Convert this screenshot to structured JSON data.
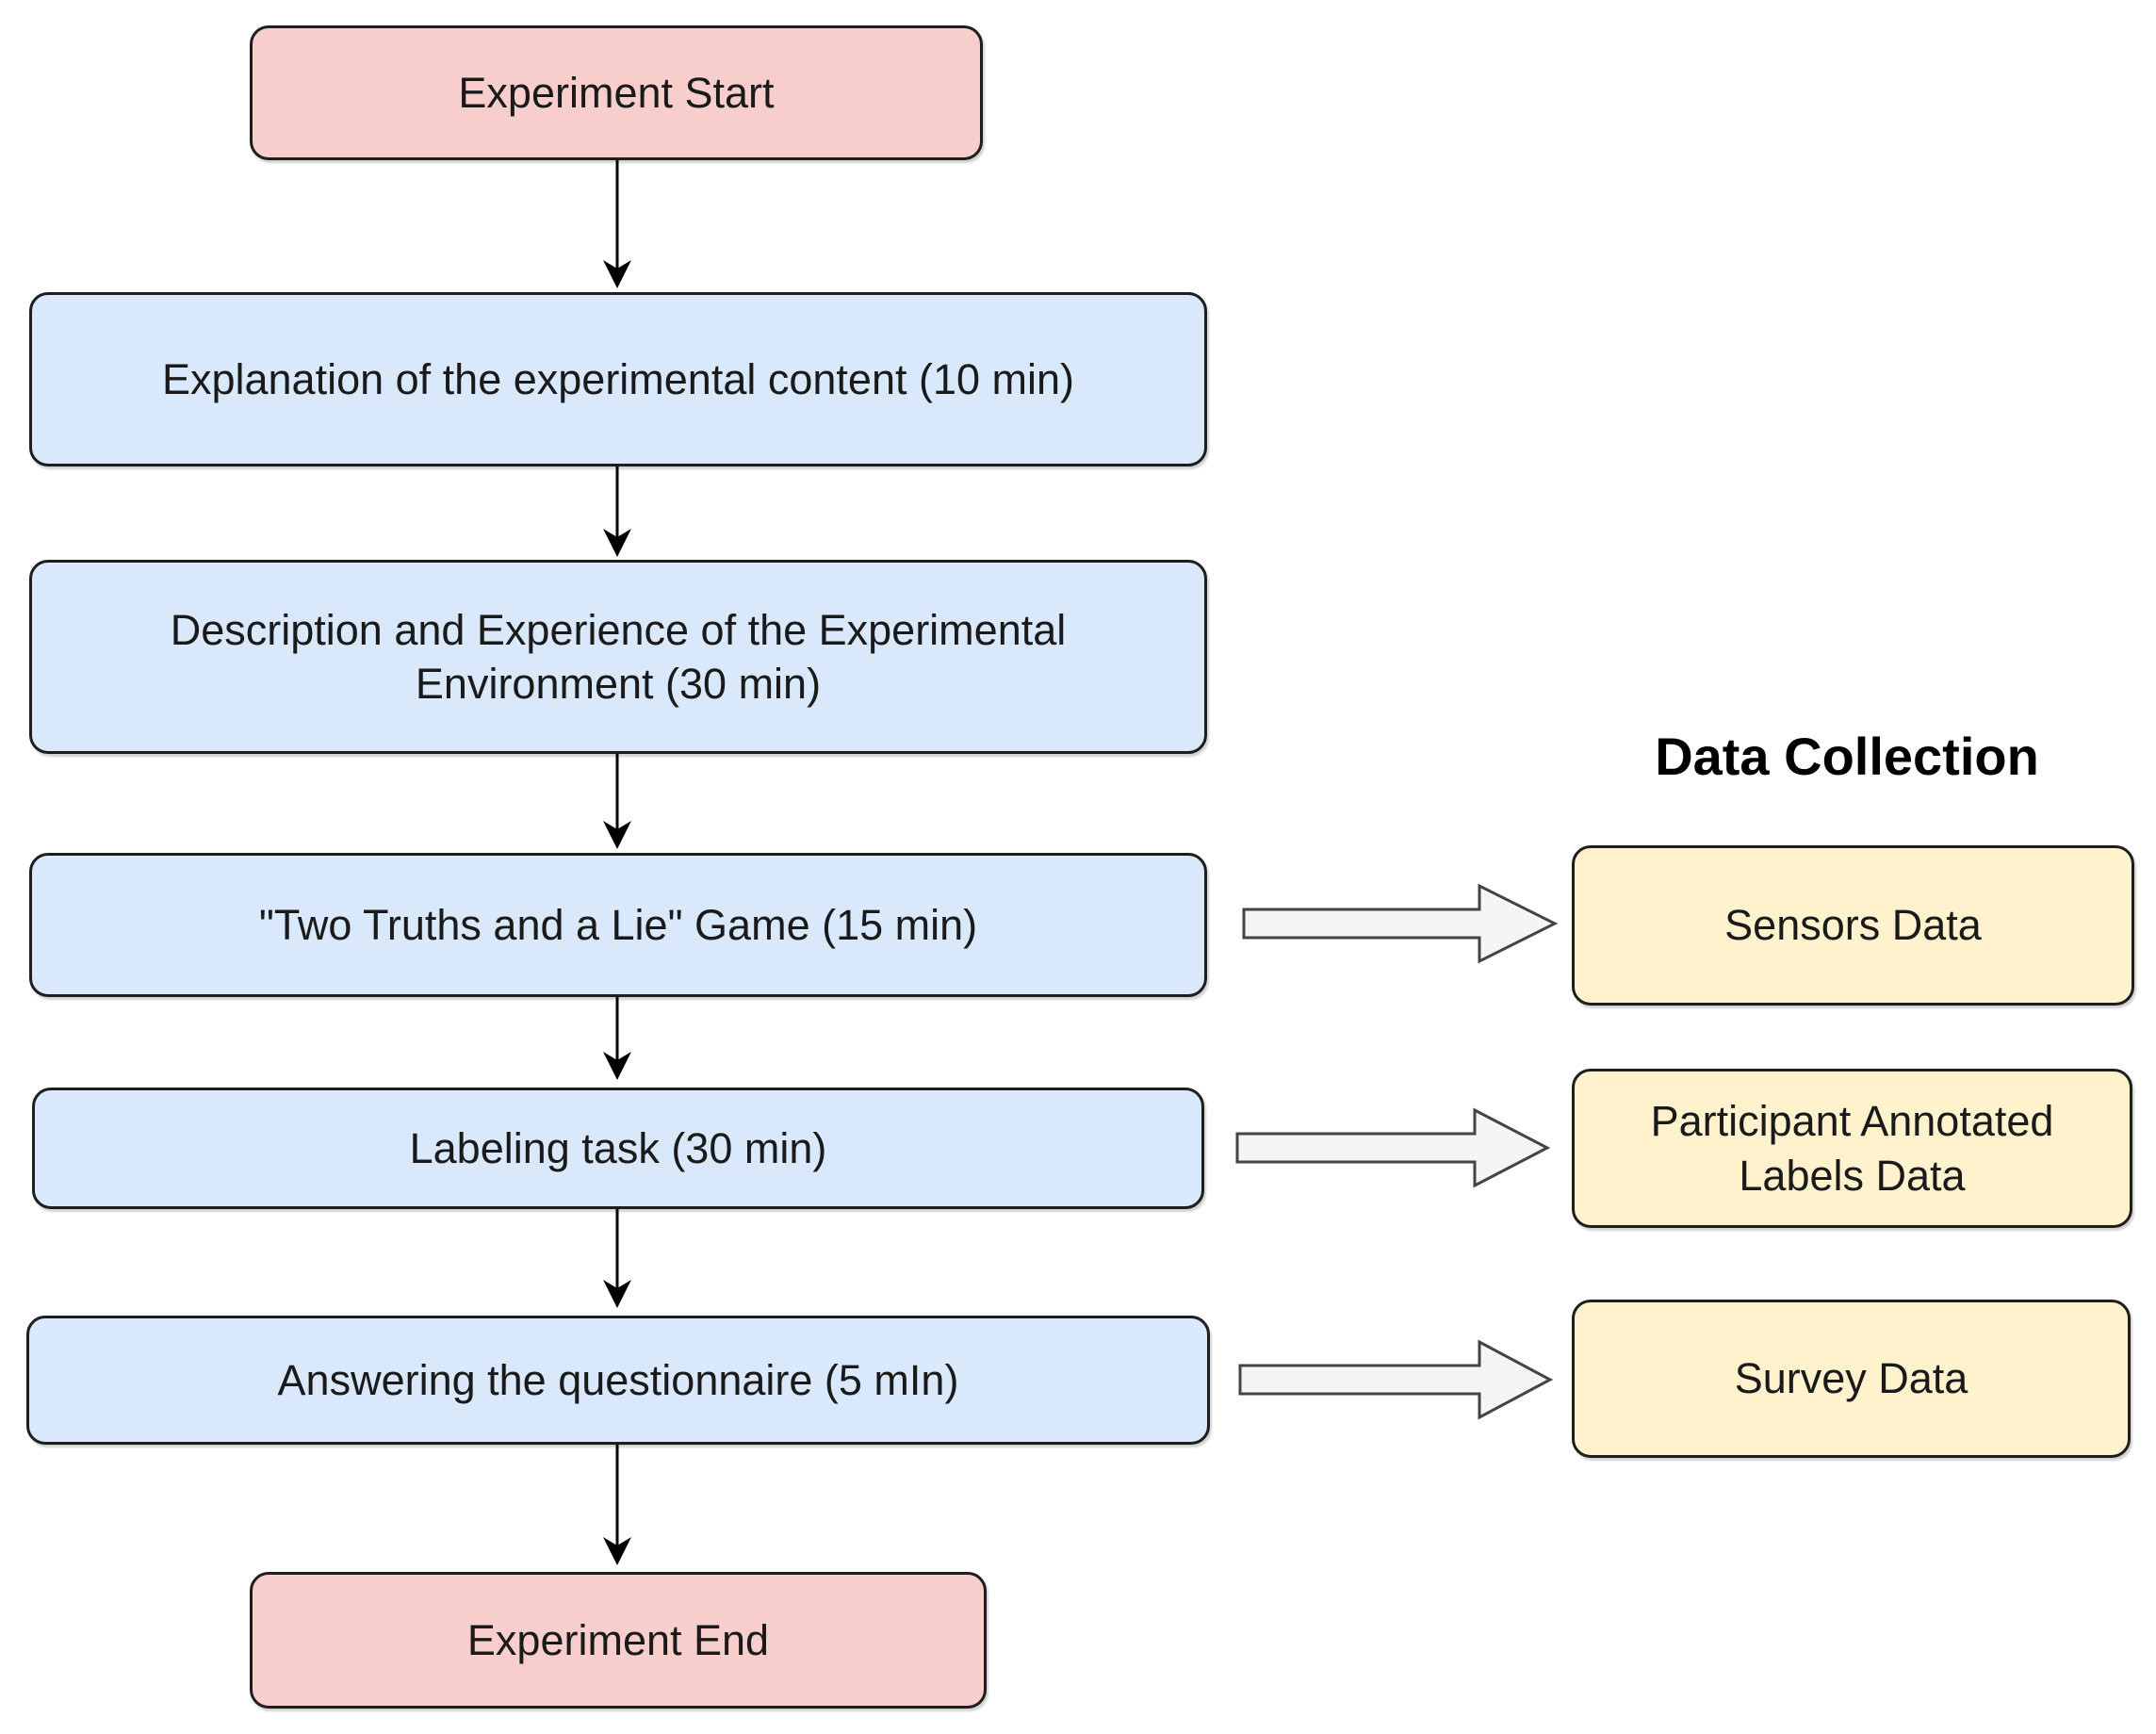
{
  "diagram": {
    "flow_steps": [
      {
        "id": "start",
        "label": "Experiment Start",
        "kind": "terminal"
      },
      {
        "id": "explanation",
        "label": "Explanation of the experimental content (10 min)",
        "kind": "step"
      },
      {
        "id": "description",
        "label": "Description and Experience of the Experimental Environment (30 min)",
        "kind": "step"
      },
      {
        "id": "game",
        "label": "\"Two Truths and a Lie\" Game (15 min)",
        "kind": "step"
      },
      {
        "id": "labeling",
        "label": "Labeling task (30 min)",
        "kind": "step"
      },
      {
        "id": "questionnaire",
        "label": "Answering the questionnaire (5 mIn)",
        "kind": "step"
      },
      {
        "id": "end",
        "label": "Experiment End",
        "kind": "terminal"
      }
    ],
    "data_collection": {
      "heading": "Data Collection",
      "items": [
        {
          "id": "sensors",
          "label": "Sensors Data",
          "source": "game"
        },
        {
          "id": "labels",
          "label": "Participant Annotated Labels Data",
          "source": "labeling"
        },
        {
          "id": "survey",
          "label": "Survey Data",
          "source": "questionnaire"
        }
      ]
    },
    "colors": {
      "terminal_fill": "#f8cecc",
      "step_fill": "#dae8fc",
      "data_fill": "#fff2cc",
      "border": "#1e1e1e",
      "arrow": "#000000",
      "block_arrow_fill": "#f5f5f5"
    }
  }
}
